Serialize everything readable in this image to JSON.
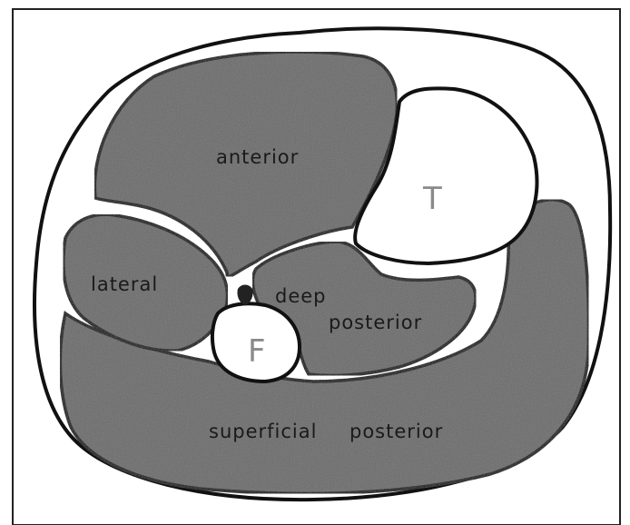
{
  "figure": {
    "labels": {
      "anterior": "anterior",
      "lateral": "lateral",
      "deep": "deep",
      "posterior_word": "posterior",
      "superficial": "superficial",
      "superficial_posterior_word": "posterior",
      "tibia": "T",
      "fibula": "F"
    },
    "colors": {
      "background": "#ffffff",
      "frame": "#222222",
      "skin": "#ffffff",
      "outline": "#111111",
      "compartment_fill": "#6c6c6c",
      "bone_fill": "#ffffff",
      "bone_label": "#8a8a8a"
    }
  }
}
